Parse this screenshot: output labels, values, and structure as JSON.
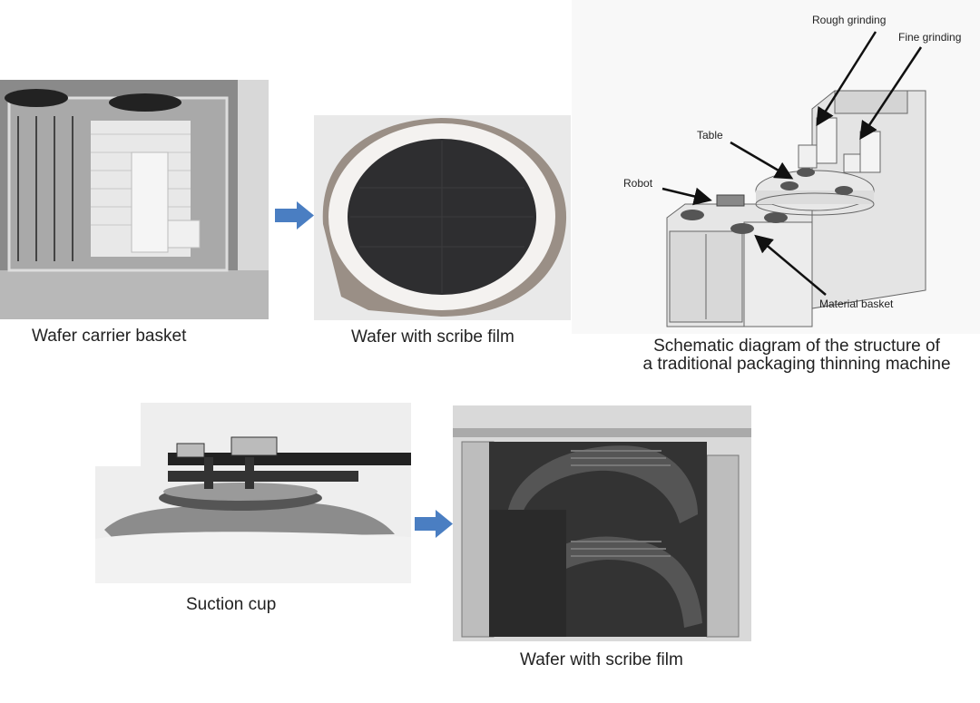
{
  "captions": {
    "carrier_basket": "Wafer carrier basket",
    "wafer_scribe_film_top": "Wafer with scribe film",
    "schematic_line1": "Schematic diagram of the structure of",
    "schematic_line2": "a traditional packaging thinning machine",
    "suction_cup": "Suction cup",
    "wafer_scribe_film_bottom": "Wafer with scribe film"
  },
  "schematic_labels": {
    "rough_grinding": "Rough grinding",
    "fine_grinding": "Fine grinding",
    "table": "Table",
    "robot": "Robot",
    "material_basket": "Material basket"
  },
  "colors": {
    "arrow": "#4a7ec2"
  }
}
